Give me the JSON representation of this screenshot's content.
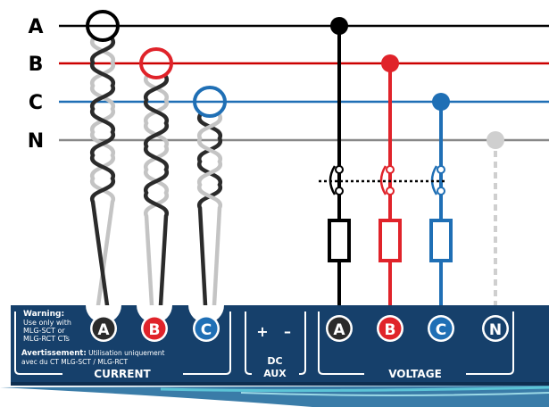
{
  "phases": [
    {
      "id": "A",
      "label": "A",
      "color": "#000000"
    },
    {
      "id": "B",
      "label": "B",
      "color": "#cc0000"
    },
    {
      "id": "C",
      "label": "C",
      "color": "#1f6fb5"
    },
    {
      "id": "N",
      "label": "N",
      "color": "#888888"
    }
  ],
  "panel": {
    "bg": "#16406b",
    "warning_title": "Warning:",
    "warning_lines": [
      "Use only with",
      "MLG-SCT or",
      "MLG-RCT  CTs"
    ],
    "avert_title": "Avertissement:",
    "avert_rest": " Utilisation uniquement",
    "avert_line2": "avec du CT MLG-SCT / MLG-RCT",
    "current_label": "CURRENT",
    "dc_label": "DC",
    "aux_label": "AUX",
    "plus": "+",
    "minus": "–",
    "voltage_label": "VOLTAGE"
  },
  "current_terminals": [
    {
      "label": "A",
      "fill": "#2b2b2b"
    },
    {
      "label": "B",
      "fill": "#e0232a"
    },
    {
      "label": "C",
      "fill": "#1f6fb5"
    }
  ],
  "voltage_terminals": [
    {
      "label": "A",
      "fill": "#2b2b2b"
    },
    {
      "label": "B",
      "fill": "#e0232a"
    },
    {
      "label": "C",
      "fill": "#1f6fb5"
    },
    {
      "label": "N",
      "fill": "#16406b"
    }
  ],
  "colors": {
    "twist_light": "#c4c4c4",
    "neutral_dot": "#cfcfcf",
    "accent_stripe": "#5cc4d6"
  }
}
